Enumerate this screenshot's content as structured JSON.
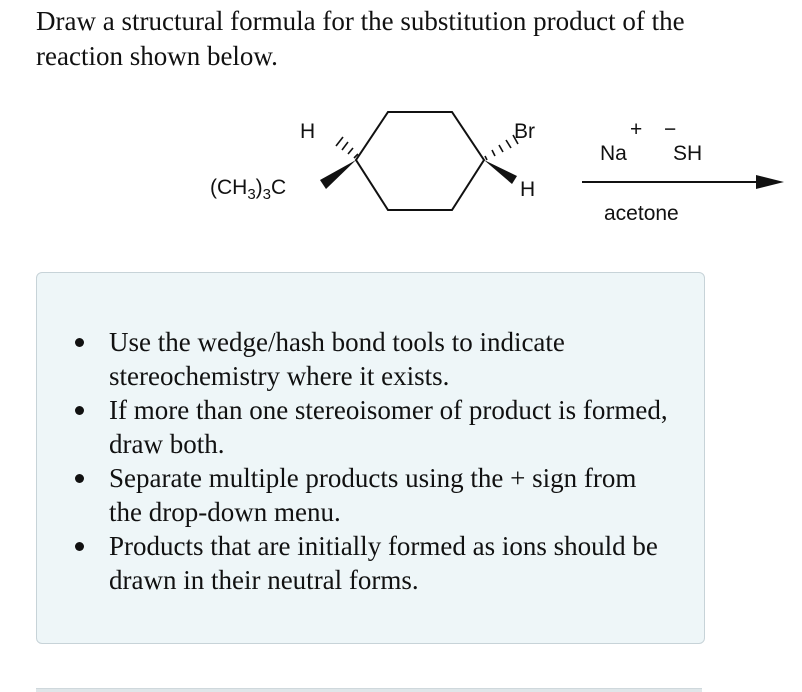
{
  "question": {
    "text": "Draw a structural formula for the substitution product of the reaction shown below."
  },
  "reaction": {
    "substrate": {
      "h_top": "H",
      "tbutyl_main": "(CH",
      "tbutyl_sub": "3",
      "tbutyl_close": ")",
      "tbutyl_sub2": "3",
      "tbutyl_c": "C",
      "br": "Br",
      "h_bottom": "H"
    },
    "reagent": {
      "cation": "Na",
      "cation_charge": "+",
      "anion_charge": "−",
      "anion": "SH"
    },
    "solvent": "acetone"
  },
  "instructions": {
    "items": [
      "Use the wedge/hash bond tools to indicate stereochemistry where it exists.",
      "If more than one stereoisomer of product is formed, draw both.",
      "Separate multiple products using the + sign from the drop-down menu.",
      "Products that are initially formed as ions should be drawn in their neutral forms."
    ]
  }
}
